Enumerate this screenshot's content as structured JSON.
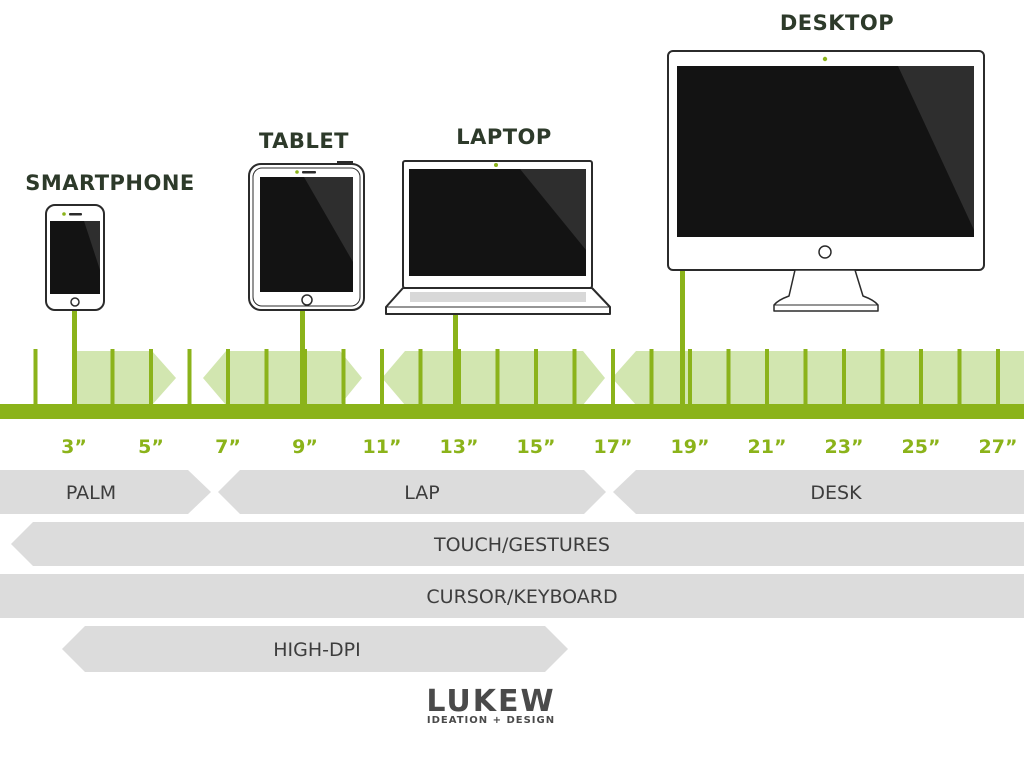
{
  "colors": {
    "green": "#8bb31a",
    "light_green": "#d2e6b0",
    "band_gray": "#dcdcdc",
    "screen": "#131313",
    "title_text": "#2d3a2a"
  },
  "devices": {
    "smartphone": "SMARTPHONE",
    "tablet": "TABLET",
    "laptop": "LAPTOP",
    "desktop": "DESKTOP"
  },
  "scale": {
    "labels": [
      "3”",
      "5”",
      "7”",
      "9”",
      "11”",
      "13”",
      "15”",
      "17”",
      "19”",
      "21”",
      "23”",
      "25”",
      "27”"
    ]
  },
  "bands": {
    "palm": "PALM",
    "lap": "LAP",
    "desk": "DESK",
    "touch": "TOUCH/GESTURES",
    "cursor": "CURSOR/KEYBOARD",
    "hidpi": "HIGH-DPI"
  },
  "brand": {
    "name": "LUKEW",
    "tagline": "IDEATION + DESIGN"
  }
}
